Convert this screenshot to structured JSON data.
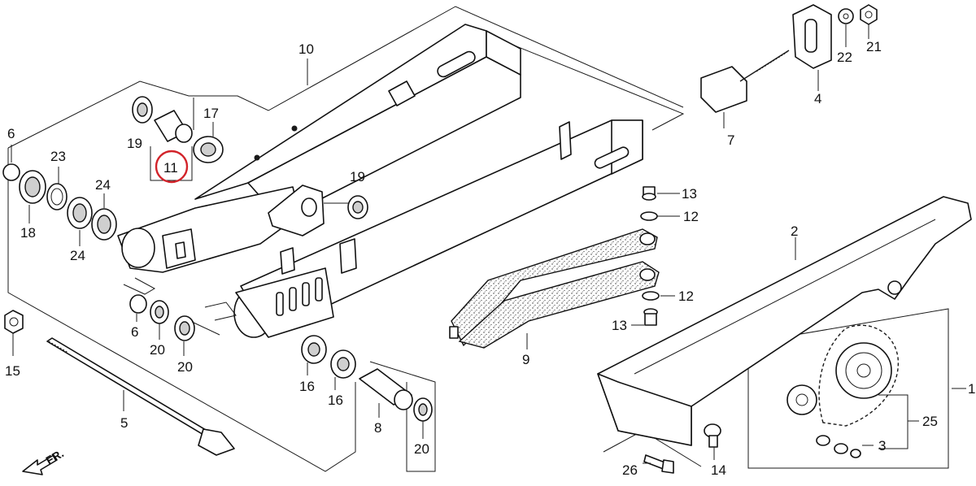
{
  "callouts": {
    "c1": "1",
    "c2": "2",
    "c3": "3",
    "c4": "4",
    "c5": "5",
    "c6a": "6",
    "c6b": "6",
    "c7": "7",
    "c8": "8",
    "c9": "9",
    "c10": "10",
    "c11": "11",
    "c12a": "12",
    "c12b": "12",
    "c13a": "13",
    "c13b": "13",
    "c14": "14",
    "c15": "15",
    "c16a": "16",
    "c16b": "16",
    "c17": "17",
    "c18": "18",
    "c19a": "19",
    "c19b": "19",
    "c20a": "20",
    "c20b": "20",
    "c20c": "20",
    "c21": "21",
    "c22": "22",
    "c23": "23",
    "c24a": "24",
    "c24b": "24",
    "c25": "25",
    "c26": "26"
  },
  "direction_label": "FR.",
  "highlight_color": "#d2232a",
  "highlighted_part": "11"
}
